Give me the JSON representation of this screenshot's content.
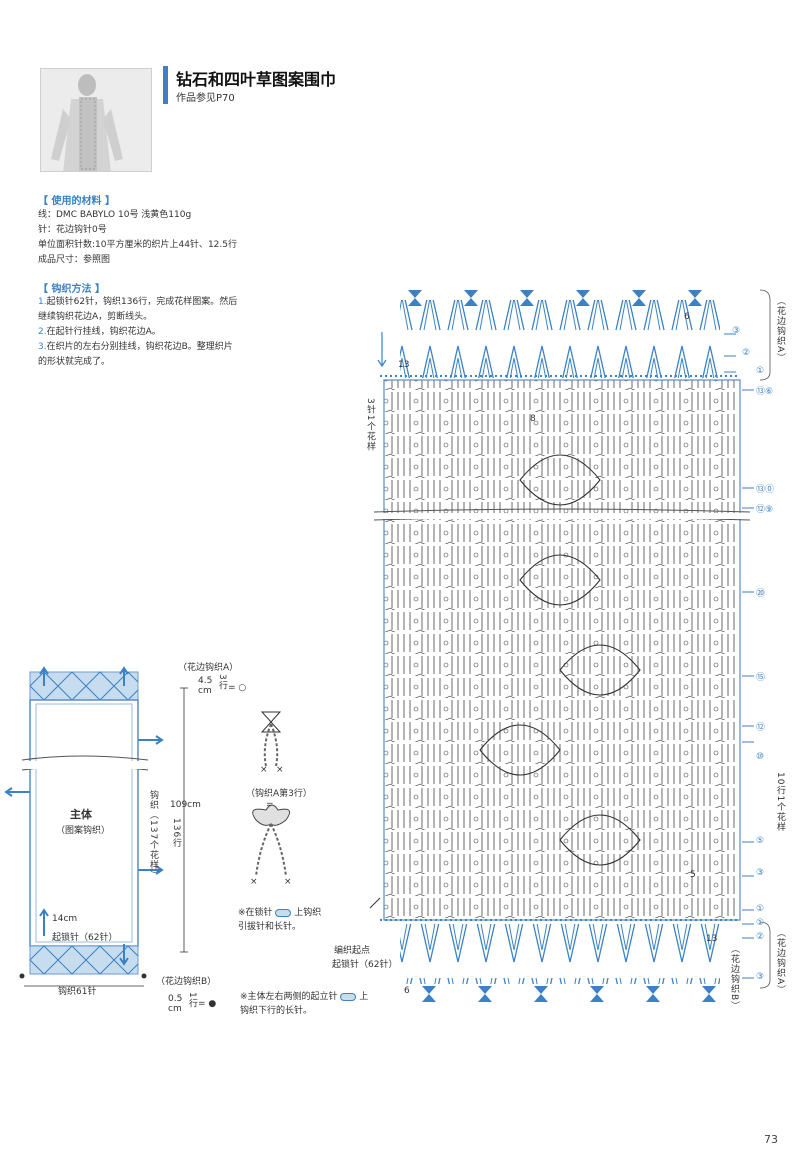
{
  "header": {
    "title": "钻石和四叶草图案围巾",
    "subtitle": "作品参见P70"
  },
  "materials": {
    "heading": "【 使用的材料 】",
    "lines": [
      "线：DMC BABYLO 10号 浅黄色110g",
      "针：花边钩针0号",
      "单位面积针数:10平方厘米的织片上44针、12.5行",
      "成品尺寸：参照图"
    ]
  },
  "method": {
    "heading": "【 钩织方法 】",
    "steps": [
      {
        "num": "1.",
        "text": "起锁针62针，钩织136行，完成花样图案。然后"
      },
      {
        "num": "",
        "text": "继续钩织花边A，剪断线头。"
      },
      {
        "num": "2.",
        "text": "在起针行挂线，钩织花边A。"
      },
      {
        "num": "3.",
        "text": "在织片的左右分别挂线，钩织花边B。整理织片"
      },
      {
        "num": "",
        "text": "的形状就完成了。"
      }
    ]
  },
  "schematic": {
    "body_label": "主体",
    "body_sub": "（图案钩织）",
    "width_label": "14cm",
    "chain_label": "起锁针（62针）",
    "bottom_label": "钩织61针",
    "height_label": "109cm",
    "rows_label": "136行",
    "pattern_label": "钩织（137个花样）",
    "edge_a_label": "（花边钩织A）",
    "edge_a_cm": "4.5",
    "edge_a_cm_unit": "cm",
    "edge_a_rows": "3行",
    "edge_a_eq": "= ○",
    "edge_b_label": "（花边钩织B）",
    "edge_b_cm": "0.5",
    "edge_b_cm_unit": "cm",
    "edge_b_rows": "1行",
    "edge_b_eq": "= ●"
  },
  "detail": {
    "caption": "（钩织A第3行）",
    "eq": "=",
    "note1_a": "※在锁针",
    "note1_b": "上钩织",
    "note1_c": "引拔针和长针。",
    "note2_a": "※主体左右两侧的起立针",
    "note2_b": "上",
    "note2_c": "钩织下行的长针。"
  },
  "chart": {
    "right_labels": [
      "③",
      "②",
      "①",
      "⑬⑥",
      "⑬⓪",
      "⑫⑨",
      "⑳",
      "⑮",
      "⑫",
      "⑩",
      "⑤",
      "③",
      "①",
      "①",
      "②",
      "③"
    ],
    "edge_a_vertical": "（花边钩织A）",
    "edge_b_vertical": "（花边钩织B）",
    "edge_a_lower_vertical": "（花边钩织A）",
    "left_repeat": "3针1个花样",
    "right_repeat": "10行1个花样",
    "start_label_1": "编织起点",
    "start_label_2": "起锁针（62针）",
    "count_13_top": "13",
    "count_13_bottom": "13",
    "six": "6",
    "eight": "8",
    "five": "5"
  },
  "footer": {
    "page_number": "73"
  }
}
